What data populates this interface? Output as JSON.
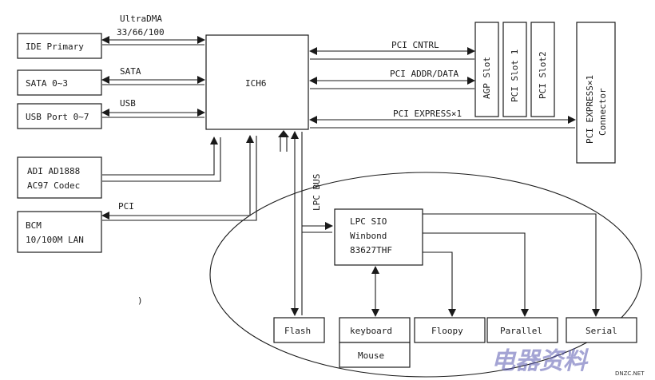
{
  "blocks": {
    "ide": "IDE Primary",
    "sata": "SATA 0~3",
    "usb": "USB Port 0~7",
    "adi_line1": "ADI AD1888",
    "adi_line2": "AC97 Codec",
    "bcm_line1": "BCM",
    "bcm_line2": "10/100M LAN",
    "ich": "ICH6",
    "agp": "AGP Slot",
    "pci1": "PCI Slot 1",
    "pci2": "PCI Slot2",
    "pcie_line1": "PCI EXPRESS×1",
    "pcie_line2": "Connector",
    "lpc_line1": "LPC SIO",
    "lpc_line2": "Winbond",
    "lpc_line3": "83627THF",
    "flash": "Flash",
    "keyboard": "keyboard",
    "mouse": "Mouse",
    "floppy": "Floopy",
    "parallel": "Parallel",
    "serial": "Serial"
  },
  "buses": {
    "ultradma_line1": "UltraDMA",
    "ultradma_line2": "33/66/100",
    "sata": "SATA",
    "usb": "USB",
    "pci_left": "PCI",
    "pci_cntrl": "PCI CNTRL",
    "pci_addr": "PCI ADDR/DATA",
    "pci_express": "PCI EXPRESS×1",
    "lpc_bus": "LPC BUS"
  },
  "stray_mark": ")",
  "watermark": {
    "text": "电器资料",
    "small": "DNZC.NET"
  }
}
